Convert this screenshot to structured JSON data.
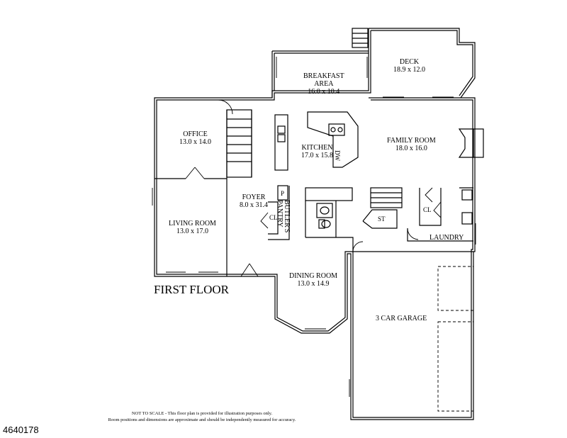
{
  "plan": {
    "title": "FIRST FLOOR",
    "rooms": [
      {
        "key": "deck",
        "name": "DECK",
        "dims": "18.9 x 12.0"
      },
      {
        "key": "breakfast",
        "name_line1": "BREAKFAST",
        "name_line2": "AREA",
        "dims": "16.0 x 10.4"
      },
      {
        "key": "office",
        "name": "OFFICE",
        "dims": "13.0 x 14.0"
      },
      {
        "key": "kitchen",
        "name": "KITCHEN",
        "dims": "17.0 x 15.8"
      },
      {
        "key": "family",
        "name": "FAMILY ROOM",
        "dims": "18.0 x 16.0"
      },
      {
        "key": "foyer",
        "name": "FOYER",
        "dims": "8.0 x 31.4"
      },
      {
        "key": "living",
        "name": "LIVING ROOM",
        "dims": "13.0 x 17.0"
      },
      {
        "key": "dining",
        "name": "DINING ROOM",
        "dims": "13.0 x 14.9"
      },
      {
        "key": "garage",
        "name": "3 CAR GARAGE"
      },
      {
        "key": "laundry",
        "name": "LAUNDRY"
      }
    ],
    "fixtures": {
      "butlers_pantry_line1": "BUTLER'S",
      "butlers_pantry_line2": "PANTRY",
      "closet_foyer": "CL",
      "closet_laundry": "CL",
      "storage": "ST",
      "pantry": "P",
      "dishwasher": "DW"
    }
  },
  "disclaimer": {
    "line1": "NOT TO SCALE - This floor plan is provided for illustration purposes only.",
    "line2": "Room positions and dimensions are approximate and should be independently measured for accuracy."
  },
  "listing_id": "4640178",
  "colors": {
    "line": "#000000",
    "background": "#ffffff"
  }
}
